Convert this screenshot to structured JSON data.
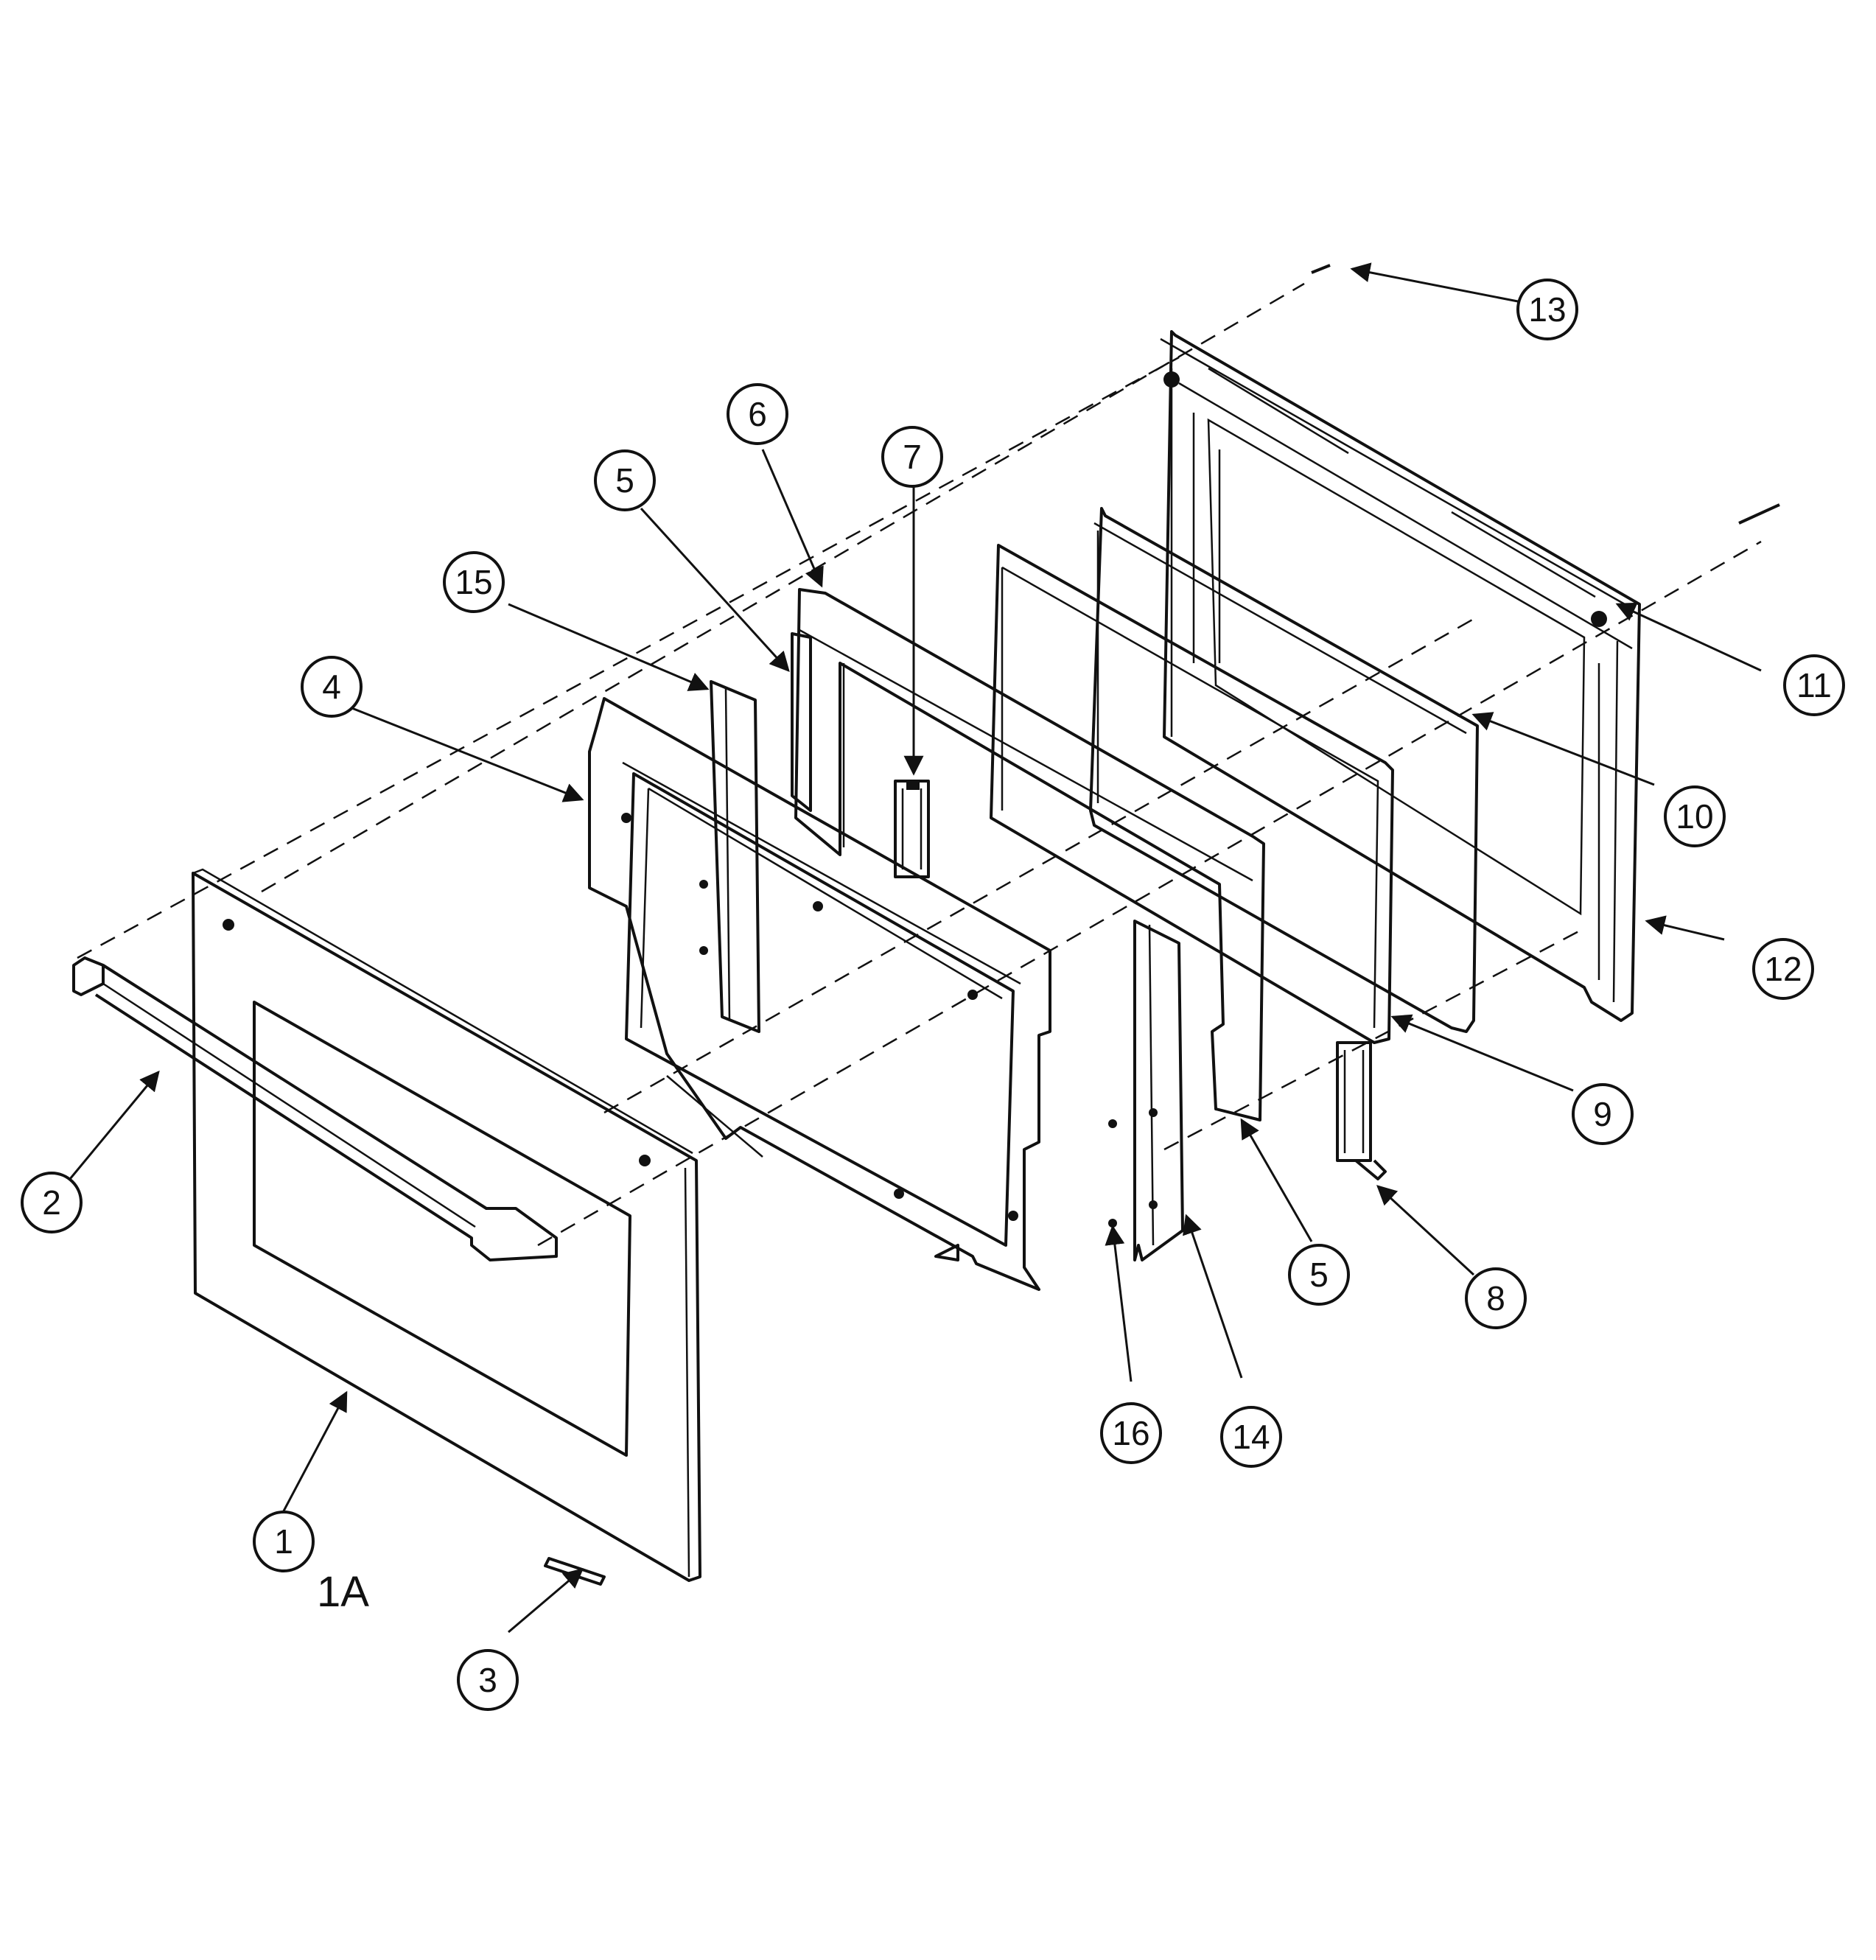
{
  "callouts": [
    {
      "id": "c1",
      "number": "1"
    },
    {
      "id": "c2",
      "number": "2"
    },
    {
      "id": "c3",
      "number": "3"
    },
    {
      "id": "c4",
      "number": "4"
    },
    {
      "id": "c5a",
      "number": "5"
    },
    {
      "id": "c5b",
      "number": "5"
    },
    {
      "id": "c6",
      "number": "6"
    },
    {
      "id": "c7",
      "number": "7"
    },
    {
      "id": "c8",
      "number": "8"
    },
    {
      "id": "c9",
      "number": "9"
    },
    {
      "id": "c10",
      "number": "10"
    },
    {
      "id": "c11",
      "number": "11"
    },
    {
      "id": "c12",
      "number": "12"
    },
    {
      "id": "c13",
      "number": "13"
    },
    {
      "id": "c14",
      "number": "14"
    },
    {
      "id": "c15",
      "number": "15"
    },
    {
      "id": "c16",
      "number": "16"
    }
  ],
  "variant_label": "1A"
}
